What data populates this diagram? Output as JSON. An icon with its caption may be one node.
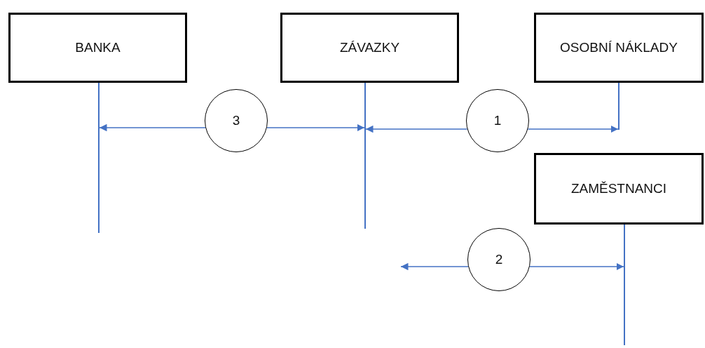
{
  "diagram": {
    "nodes": [
      {
        "text": [
          "BANKA"
        ]
      },
      {
        "text": [
          "ZÁVAZKY"
        ]
      },
      {
        "text": [
          "OSOBNÍ NÁKLADY"
        ]
      },
      {
        "text": [],
        "shape": "line"
      },
      {
        "text": [],
        "shape": "line"
      },
      {
        "text": [],
        "shape": "line"
      },
      {
        "text": [
          "3"
        ]
      },
      {
        "text": [
          "1"
        ]
      },
      {
        "text": [
          "ZAMĚSTNANCI"
        ]
      },
      {
        "text": [],
        "shape": "line"
      },
      {
        "text": [
          "2"
        ]
      }
    ],
    "edges": [
      {
        "from": 6,
        "to": 3,
        "arrow": "to"
      },
      {
        "from": 6,
        "to": 4,
        "arrow": "to"
      },
      {
        "from": 7,
        "to": 4,
        "arrow": "to"
      },
      {
        "from": 7,
        "to": 5,
        "arrow": "to"
      },
      {
        "from": 10,
        "to": null,
        "arrow": "to"
      },
      {
        "from": 10,
        "to": 9,
        "arrow": "to"
      }
    ]
  }
}
